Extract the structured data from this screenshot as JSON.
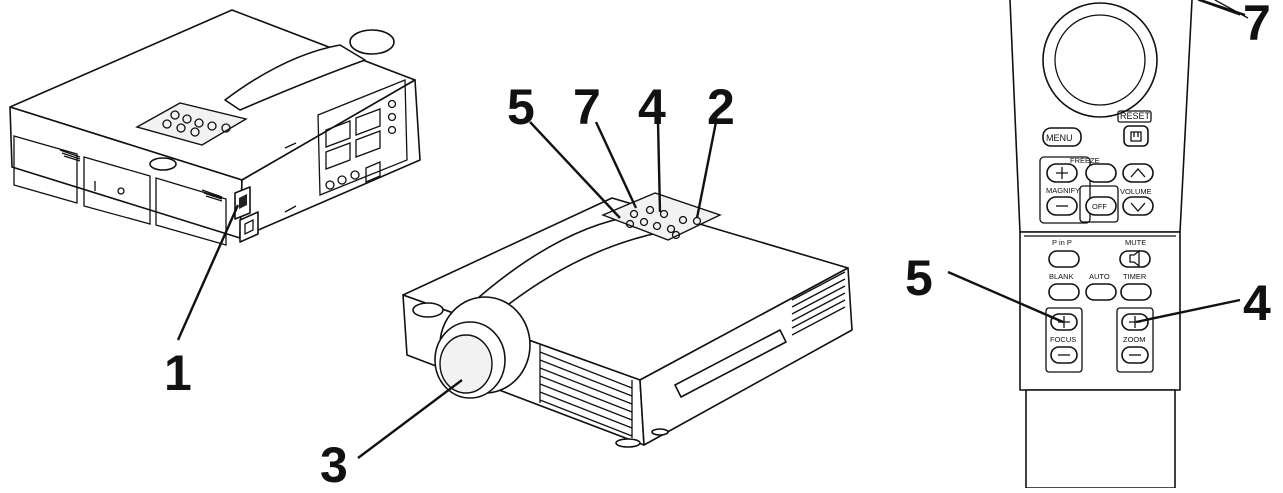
{
  "callouts": {
    "rear_1": "1",
    "front_2": "2",
    "front_3": "3",
    "front_4": "4",
    "front_5": "5",
    "front_7": "7",
    "remote_4": "4",
    "remote_5": "5",
    "remote_7": "7"
  },
  "remote": {
    "reset": "RESET",
    "menu": "MENU",
    "freeze": "FREEZE",
    "magnify": "MAGNIFY",
    "volume": "VOLUME",
    "off": "OFF",
    "p_in_p": "P in P",
    "mute": "MUTE",
    "blank": "BLANK",
    "auto": "AUTO",
    "timer": "TIMER",
    "focus": "FOCUS",
    "zoom": "ZOOM"
  }
}
